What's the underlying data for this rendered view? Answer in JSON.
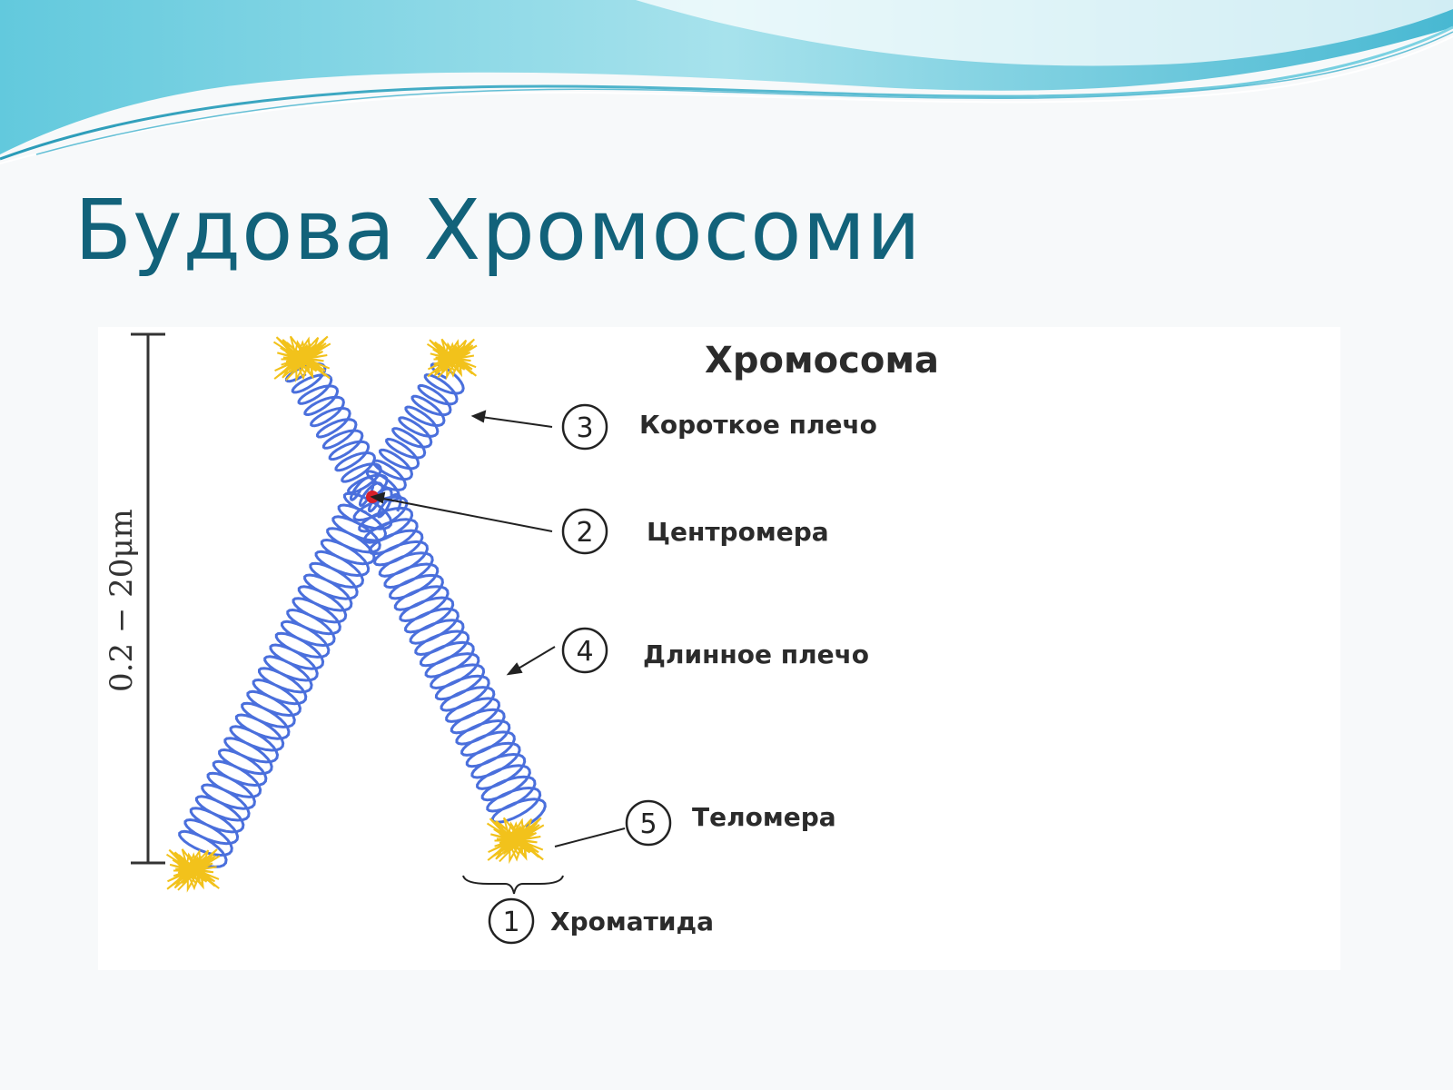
{
  "slide": {
    "title": "Будова Хромосоми",
    "colors": {
      "title": "#12627a",
      "wave_light": "#a9e4ee",
      "wave_mid": "#5fc8dc",
      "wave_dark": "#2a9bb8",
      "chromatid": "#4a6fdc",
      "telomere": "#f2c21b",
      "centromere": "#d8202a"
    }
  },
  "figure": {
    "heading": "Хромосома",
    "scale_label": "0.2 − 20μm",
    "labels": [
      {
        "num": "1",
        "text": "Хроматида"
      },
      {
        "num": "2",
        "text": "Центромера"
      },
      {
        "num": "3",
        "text": "Короткое плечо"
      },
      {
        "num": "4",
        "text": "Длинное плечо"
      },
      {
        "num": "5",
        "text": "Теломера"
      }
    ]
  }
}
